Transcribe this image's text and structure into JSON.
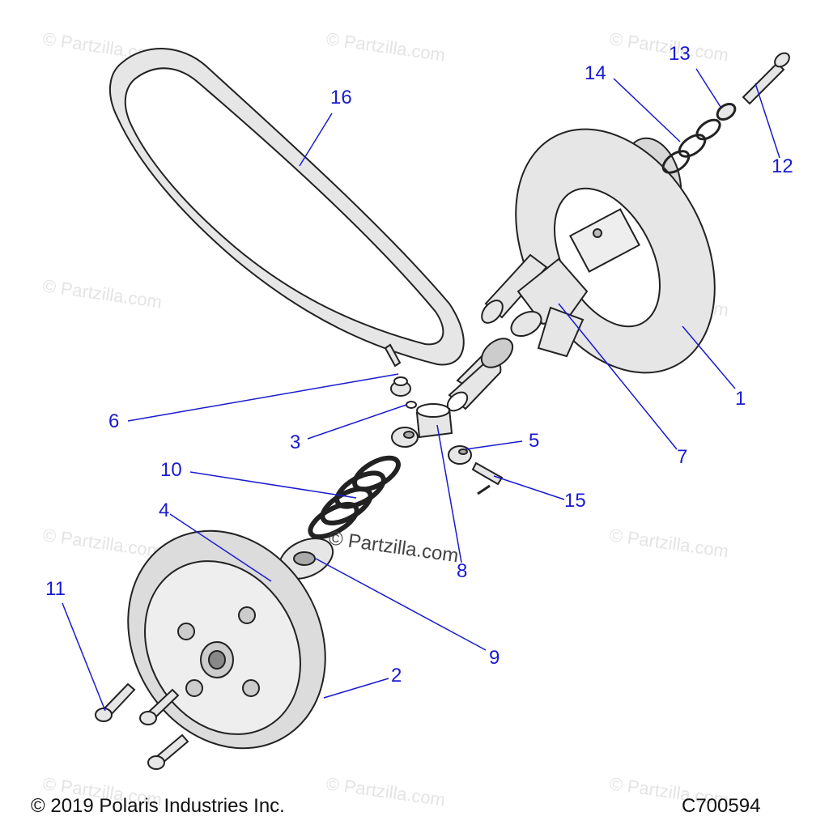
{
  "watermark": "© Partzilla.com",
  "copyright": "© 2019 Polaris Industries Inc.",
  "drawing_number": "C700594",
  "colors": {
    "callout": "#1a1ad0",
    "part_fill": "#e6e6e6",
    "part_stroke": "#222222",
    "watermark": "#e4e4e4"
  },
  "callouts": {
    "c1": "1",
    "c2": "2",
    "c3": "3",
    "c4": "4",
    "c5": "5",
    "c6": "6",
    "c7": "7",
    "c8": "8",
    "c9": "9",
    "c10": "10",
    "c11": "11",
    "c12": "12",
    "c13": "13",
    "c14": "14",
    "c15": "15",
    "c16": "16"
  }
}
